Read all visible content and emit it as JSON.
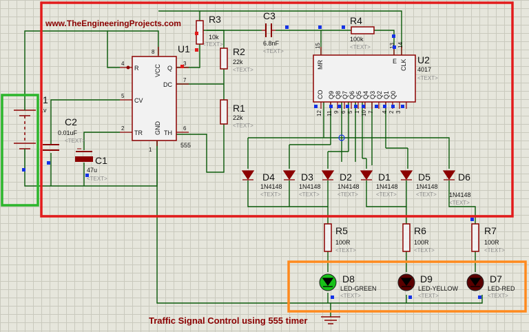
{
  "watermark": "www.TheEngineeringProjects.com",
  "title": "Traffic Signal Control using 555 timer",
  "placeholder": "<TEXT>",
  "battery": {
    "number": "1",
    "value": "1v"
  },
  "u1": {
    "ref": "U1",
    "part": "555",
    "pins": {
      "r": "R",
      "vcc": "VCC",
      "q": "Q",
      "dc": "DC",
      "cv": "CV",
      "tr": "TR",
      "gnd": "GND",
      "th": "TH"
    },
    "pin_numbers": {
      "p4": "4",
      "p8": "8",
      "p3": "3",
      "p7": "7",
      "p5": "5",
      "p2": "2",
      "p6": "6",
      "p1": "1"
    }
  },
  "u2": {
    "ref": "U2",
    "part": "4017",
    "pins": {
      "mr": "MR",
      "e": "E",
      "clk": "CLK",
      "co": "CO",
      "q9": "Q9",
      "q8": "Q8",
      "q7": "Q7",
      "q6": "Q6",
      "q5": "Q5",
      "q4": "Q4",
      "q3": "Q3",
      "q2": "Q2",
      "q1": "Q1",
      "q0": "Q0"
    },
    "pin_numbers": {
      "p15": "15",
      "p13": "13",
      "p14": "14",
      "p12": "12",
      "p11": "11",
      "p9": "9",
      "p6": "6",
      "p5": "5",
      "p1": "1",
      "p10": "10",
      "p7": "7",
      "p4": "4",
      "p2": "2",
      "p3": "3"
    }
  },
  "r3": {
    "ref": "R3",
    "value": "10k"
  },
  "r2": {
    "ref": "R2",
    "value": "22k"
  },
  "r1": {
    "ref": "R1",
    "value": "22k"
  },
  "r4": {
    "ref": "R4",
    "value": "100k"
  },
  "r5": {
    "ref": "R5",
    "value": "100R"
  },
  "r6": {
    "ref": "R6",
    "value": "100R"
  },
  "r7": {
    "ref": "R7",
    "value": "100R"
  },
  "c1": {
    "ref": "C1",
    "value": "47u"
  },
  "c2": {
    "ref": "C2",
    "value": "0.01uF"
  },
  "c3": {
    "ref": "C3",
    "value": "6.8nF"
  },
  "diodes": [
    {
      "ref": "D4",
      "value": "1N4148"
    },
    {
      "ref": "D3",
      "value": "1N4148"
    },
    {
      "ref": "D2",
      "value": "1N4148"
    },
    {
      "ref": "D1",
      "value": "1N4148"
    },
    {
      "ref": "D5",
      "value": "1N4148"
    },
    {
      "ref": "D6",
      "value": "1N4148"
    }
  ],
  "leds": [
    {
      "ref": "D8",
      "value": "LED-GREEN",
      "color": "#17c017"
    },
    {
      "ref": "D9",
      "value": "LED-YELLOW",
      "color": "#5a0000"
    },
    {
      "ref": "D7",
      "value": "LED-RED",
      "color": "#5a0000"
    }
  ],
  "colors": {
    "red_box": "#e21b1b",
    "green_box": "#2bb52b",
    "orange_box": "#ff8a1e",
    "wire": "#0a5a0a",
    "component": "#8b0000",
    "title": "#8b0000",
    "pin_blue": "#1432e6"
  }
}
